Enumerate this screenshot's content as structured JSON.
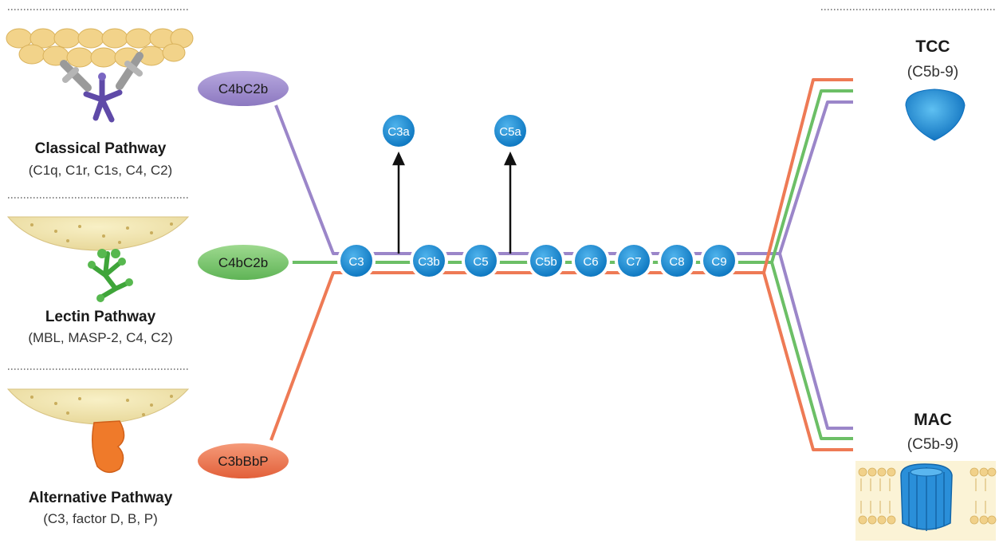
{
  "pathways": {
    "classical": {
      "title": "Classical Pathway",
      "components": "(C1q, C1r, C1s, C4, C2)"
    },
    "lectin": {
      "title": "Lectin Pathway",
      "components": "(MBL, MASP-2, C4, C2)"
    },
    "alternative": {
      "title": "Alternative Pathway",
      "components": "(C3, factor D, B, P)"
    }
  },
  "convertases": {
    "classical": "C4bC2b",
    "lectin": "C4bC2b",
    "alternative": "C3bBbP"
  },
  "cascade": [
    "C3",
    "C3b",
    "C5",
    "C5b",
    "C6",
    "C7",
    "C8",
    "C9"
  ],
  "released": [
    "C3a",
    "C5a"
  ],
  "outputs": {
    "tcc": {
      "title": "TCC",
      "sub": "(C5b-9)"
    },
    "mac": {
      "title": "MAC",
      "sub": "(C5b-9)"
    }
  },
  "colors": {
    "classical": "#9b86c9",
    "lectin": "#6cbf66",
    "alternative": "#ee7a55",
    "node": "#1d8fd6",
    "classical_oval": "#a08fce",
    "lectin_oval": "#7cc76e",
    "alternative_oval": "#ef7a55"
  }
}
